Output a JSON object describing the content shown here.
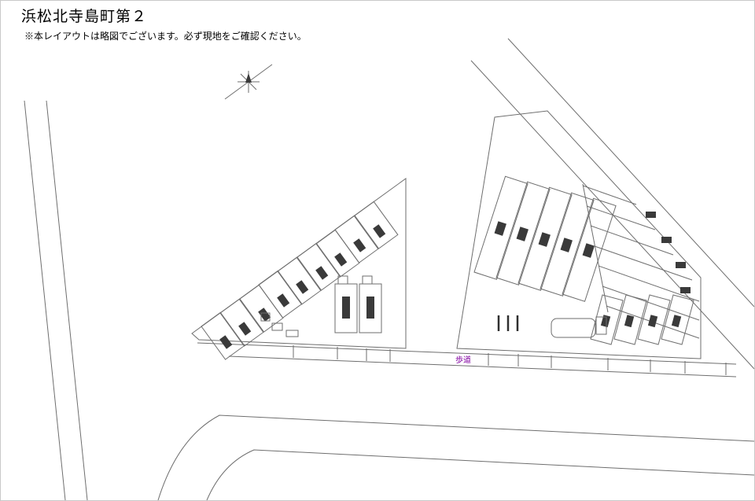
{
  "page": {
    "title": "浜松北寺島町第２",
    "disclaimer": "※本レイアウトは略図でございます。必ず現地をご確認ください。"
  },
  "plan": {
    "sidewalk_label": "歩道"
  },
  "colors": {
    "background": "#ffffff",
    "line": "#6e6e6e",
    "dark_marks": "#3a3a3a",
    "text": "#000000",
    "sidewalk_label": "#8000a0"
  }
}
